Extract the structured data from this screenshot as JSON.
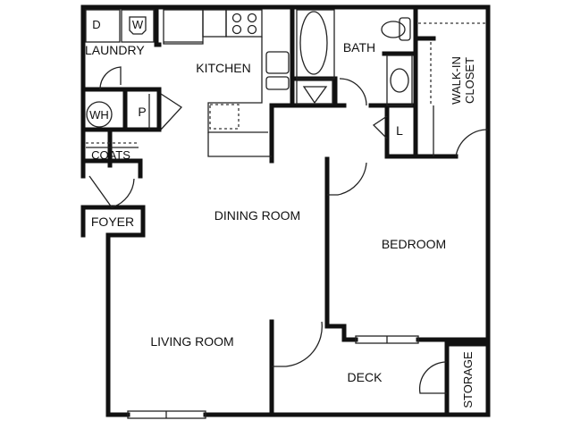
{
  "rooms": {
    "laundry": "LAUNDRY",
    "dryer": "D",
    "washer": "W",
    "water_heater": "WH",
    "pantry": "P",
    "coats": "COATS",
    "foyer": "FOYER",
    "kitchen": "KITCHEN",
    "bath": "BATH",
    "linen": "L",
    "walk_in_closet_line1": "WALK-IN",
    "walk_in_closet_line2": "CLOSET",
    "dining_room": "DINING ROOM",
    "bedroom": "BEDROOM",
    "living_room": "LIVING ROOM",
    "deck": "DECK",
    "storage": "STORAGE"
  }
}
